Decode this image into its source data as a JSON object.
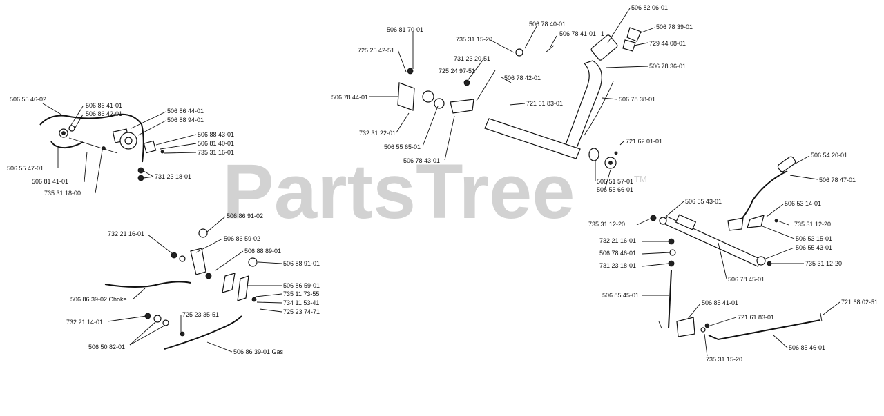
{
  "watermark": {
    "text": "PartsTree",
    "trademark": "TM"
  },
  "labels": [
    {
      "id": "l01",
      "text": "506 82 06-01"
    },
    {
      "id": "l02",
      "text": "506 78 40-01"
    },
    {
      "id": "l03",
      "text": "506 78 41-01"
    },
    {
      "id": "l04",
      "text": "1"
    },
    {
      "id": "l05",
      "text": "506 78 39-01"
    },
    {
      "id": "l06",
      "text": "729 44 08-01"
    },
    {
      "id": "l07",
      "text": "506 81 70-01"
    },
    {
      "id": "l08",
      "text": "735 31 15-20"
    },
    {
      "id": "l09",
      "text": "725 25 42-51"
    },
    {
      "id": "l10",
      "text": "731 23 20-51"
    },
    {
      "id": "l11",
      "text": "725 24 97-51"
    },
    {
      "id": "l12",
      "text": "506 78 36-01"
    },
    {
      "id": "l13",
      "text": "506 78 42-01"
    },
    {
      "id": "l14",
      "text": "506 78 44-01"
    },
    {
      "id": "l15",
      "text": "721 61 83-01"
    },
    {
      "id": "l16",
      "text": "506 78 38-01"
    },
    {
      "id": "l17",
      "text": "732 31 22-01"
    },
    {
      "id": "l18",
      "text": "506 55 65-01"
    },
    {
      "id": "l19",
      "text": "506 78 43-01"
    },
    {
      "id": "l20",
      "text": "721 62 01-01"
    },
    {
      "id": "l21",
      "text": "506 51 57-01"
    },
    {
      "id": "l22",
      "text": "506 55 66-01"
    },
    {
      "id": "l23",
      "text": "506 54 20-01"
    },
    {
      "id": "l24",
      "text": "506 78 47-01"
    },
    {
      "id": "l25",
      "text": "506 55 46-02"
    },
    {
      "id": "l26",
      "text": "506 86 41-01"
    },
    {
      "id": "l27",
      "text": "506 86 42-01"
    },
    {
      "id": "l28",
      "text": "506 86 44-01"
    },
    {
      "id": "l29",
      "text": "506 88 94-01"
    },
    {
      "id": "l30",
      "text": "506 88 43-01"
    },
    {
      "id": "l31",
      "text": "506 81 40-01"
    },
    {
      "id": "l32",
      "text": "735 31 16-01"
    },
    {
      "id": "l33",
      "text": "731 23 18-01"
    },
    {
      "id": "l34",
      "text": "506 55 47-01"
    },
    {
      "id": "l35",
      "text": "506 81 41-01"
    },
    {
      "id": "l36",
      "text": "735 31 18-00"
    },
    {
      "id": "l37",
      "text": "506 55 43-01"
    },
    {
      "id": "l38",
      "text": "506 53 14-01"
    },
    {
      "id": "l39",
      "text": "735 31 12-20"
    },
    {
      "id": "l40",
      "text": "735 31 12-20"
    },
    {
      "id": "l41",
      "text": "506 53 15-01"
    },
    {
      "id": "l42",
      "text": "506 55 43-01"
    },
    {
      "id": "l43",
      "text": "735 31 12-20"
    },
    {
      "id": "l44",
      "text": "732 21 16-01"
    },
    {
      "id": "l45",
      "text": "506 78 46-01"
    },
    {
      "id": "l46",
      "text": "731 23 18-01"
    },
    {
      "id": "l47",
      "text": "506 78 45-01"
    },
    {
      "id": "l48",
      "text": "506 85 45-01"
    },
    {
      "id": "l49",
      "text": "506 85 41-01"
    },
    {
      "id": "l50",
      "text": "721 61 83-01"
    },
    {
      "id": "l51",
      "text": "721 68 02-51"
    },
    {
      "id": "l52",
      "text": "506 85 46-01"
    },
    {
      "id": "l53",
      "text": "735 31 15-20"
    },
    {
      "id": "l54",
      "text": "506 86 91-02"
    },
    {
      "id": "l55",
      "text": "732 21 16-01"
    },
    {
      "id": "l56",
      "text": "506 86 59-02"
    },
    {
      "id": "l57",
      "text": "506 88 89-01"
    },
    {
      "id": "l58",
      "text": "506 88 91-01"
    },
    {
      "id": "l59",
      "text": "506 86 59-01"
    },
    {
      "id": "l60",
      "text": "735 11 73-55"
    },
    {
      "id": "l61",
      "text": "734 11 53-41"
    },
    {
      "id": "l62",
      "text": "725 23 74-71"
    },
    {
      "id": "l63",
      "text": "506 86 39-02 Choke"
    },
    {
      "id": "l64",
      "text": "732 21 14-01"
    },
    {
      "id": "l65",
      "text": "725 23 35-51"
    },
    {
      "id": "l66",
      "text": "506 50 82-01"
    },
    {
      "id": "l67",
      "text": "506 86 39-01 Gas"
    }
  ]
}
